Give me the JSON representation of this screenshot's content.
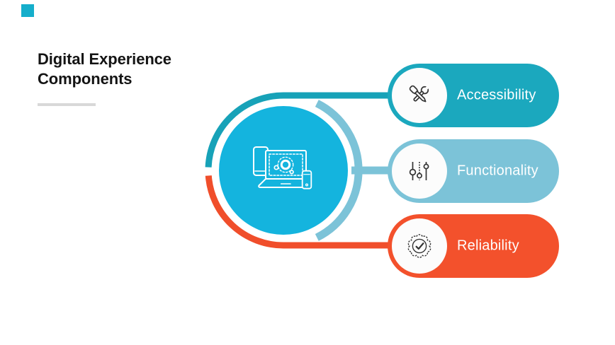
{
  "accent_square": {
    "color": "#15AECB"
  },
  "header": {
    "title_line1": "Digital Experience",
    "title_line2": "Components",
    "title_color": "#141414",
    "underline_color": "#D8D8D8"
  },
  "center": {
    "icon": "devices-icon",
    "circle_color": "#14B4DE",
    "icon_color": "#FFFFFF"
  },
  "connectors": {
    "accessibility_color": "#17A2B8",
    "functionality_color": "#7CC3D8",
    "reliability_color": "#F04E2B"
  },
  "components": [
    {
      "label": "Accessibility",
      "color": "#1BA8BE",
      "icon": "tools-icon",
      "icon_color": "#333333"
    },
    {
      "label": "Functionality",
      "color": "#7CC3D8",
      "icon": "sliders-icon",
      "icon_color": "#333333"
    },
    {
      "label": "Reliability",
      "color": "#F3512C",
      "icon": "badge-icon",
      "icon_color": "#333333"
    }
  ]
}
